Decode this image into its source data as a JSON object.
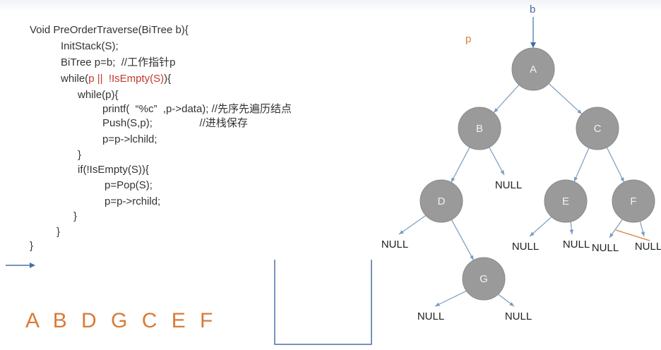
{
  "code": {
    "lines": [
      {
        "parts": [
          {
            "t": "Void PreOrderTraverse(BiTree b){"
          }
        ]
      },
      {
        "parts": [
          {
            "t": "InitStack(S);"
          }
        ]
      },
      {
        "parts": [
          {
            "t": "BiTree p=b;  //工作指针p"
          }
        ]
      },
      {
        "parts": [
          {
            "t": "while("
          },
          {
            "t": "p ||  !IsEmpty(S)",
            "red": true
          },
          {
            "t": "){"
          }
        ]
      },
      {
        "parts": [
          {
            "t": "while(p){"
          }
        ]
      },
      {
        "parts": [
          {
            "t": "printf(  “%c”  ,p->data); //先序先遍历结点"
          }
        ]
      },
      {
        "parts": [
          {
            "t": "Push(S,p);                //进栈保存"
          }
        ]
      },
      {
        "parts": [
          {
            "t": "p=p->lchild;"
          }
        ]
      },
      {
        "parts": [
          {
            "t": "}"
          }
        ]
      },
      {
        "parts": [
          {
            "t": "if(!IsEmpty(S)){"
          }
        ]
      },
      {
        "parts": [
          {
            "t": "p=Pop(S);"
          }
        ]
      },
      {
        "parts": [
          {
            "t": "p=p->rchild;"
          }
        ]
      },
      {
        "parts": [
          {
            "t": "}"
          }
        ]
      },
      {
        "parts": [
          {
            "t": "}"
          }
        ]
      },
      {
        "parts": [
          {
            "t": "}"
          }
        ]
      }
    ]
  },
  "result": "A B D G C E F",
  "pointers": {
    "b": "b",
    "p": "p"
  },
  "tree": {
    "nodes": [
      {
        "id": "A",
        "label": "A"
      },
      {
        "id": "B",
        "label": "B"
      },
      {
        "id": "C",
        "label": "C"
      },
      {
        "id": "D",
        "label": "D"
      },
      {
        "id": "E",
        "label": "E"
      },
      {
        "id": "F",
        "label": "F"
      },
      {
        "id": "G",
        "label": "G"
      }
    ],
    "nulls": [
      {
        "id": "nB_r",
        "label": "NULL"
      },
      {
        "id": "nD_l",
        "label": "NULL"
      },
      {
        "id": "nE_l",
        "label": "NULL"
      },
      {
        "id": "nE_r",
        "label": "NULL"
      },
      {
        "id": "nF_l",
        "label": "NULL"
      },
      {
        "id": "nF_r",
        "label": "NULL"
      },
      {
        "id": "nG_l",
        "label": "NULL"
      },
      {
        "id": "nG_r",
        "label": "NULL"
      }
    ],
    "edges": [
      [
        "A",
        "B"
      ],
      [
        "A",
        "C"
      ],
      [
        "B",
        "D"
      ],
      [
        "B",
        "nB_r"
      ],
      [
        "C",
        "E"
      ],
      [
        "C",
        "F"
      ],
      [
        "D",
        "nD_l"
      ],
      [
        "D",
        "G"
      ],
      [
        "E",
        "nE_l"
      ],
      [
        "E",
        "nE_r"
      ],
      [
        "F",
        "nF_l"
      ],
      [
        "F",
        "nF_r"
      ],
      [
        "G",
        "nG_l"
      ],
      [
        "G",
        "nG_r"
      ]
    ]
  },
  "colors": {
    "node_fill": "#9a9a9a",
    "node_stroke": "#8a8a8a",
    "edge": "#7a9bbf",
    "accent_orange": "#d97b38",
    "pointer_blue": "#3f6ea8",
    "stack_outline": "#4a6fa5"
  }
}
